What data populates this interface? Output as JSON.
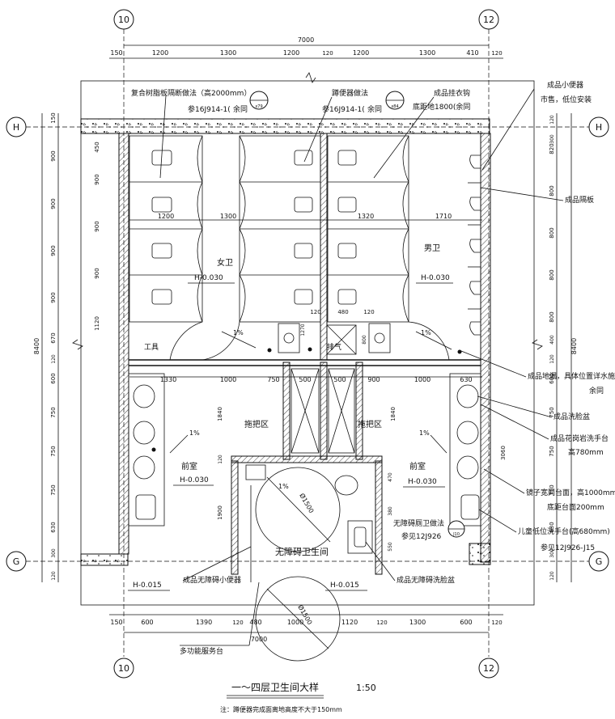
{
  "axes": {
    "left_col": "10",
    "right_col": "12",
    "top_row": "H",
    "bottom_row": "G"
  },
  "dims": {
    "overall_top": "7000",
    "overall_bottom": "7000",
    "top_chain": [
      "150",
      "1200",
      "1300",
      "1200",
      "120",
      "1200",
      "1300",
      "410",
      "120"
    ],
    "bottom_chain": [
      "150",
      "600",
      "1390",
      "120",
      "480",
      "1000",
      "1120",
      "120",
      "1300",
      "600",
      "120"
    ],
    "left_overall": "8400",
    "right_overall": "8400",
    "left_chain": [
      "150",
      "450",
      "900",
      "900",
      "900",
      "900",
      "1120",
      "670",
      "120",
      "600",
      "750",
      "750",
      "750",
      "630",
      "300",
      "120"
    ],
    "right_chain": [
      "120",
      "300",
      "820",
      "800",
      "800",
      "800",
      "800",
      "400",
      "120",
      "600",
      "750",
      "750",
      "750",
      "630",
      "300",
      "120"
    ],
    "inner_row1": [
      "1200",
      "1300",
      "1320",
      "1710"
    ],
    "inner_row2": [
      "1330",
      "1000",
      "750",
      "500",
      "500",
      "900",
      "1000",
      "630"
    ],
    "misc": {
      "d120a": "120",
      "d480": "480",
      "d120b": "120",
      "d1270": "1270",
      "d800": "800",
      "d1840a": "1840",
      "d1840b": "1840",
      "d120c": "120",
      "d1900": "1900",
      "d470": "470",
      "d380": "380",
      "d550": "550",
      "d3060": "3060",
      "d900l": "900",
      "d1120l": "1120",
      "d900r": "900",
      "d900r2": "900",
      "d450": "450"
    }
  },
  "labels": {
    "partition_note1": "复合树脂板隔断做法（高2000mm）",
    "partition_ref1": "参16J914-1(",
    "partition_ref1b": "余同",
    "toilet_note": "蹲便器做法",
    "toilet_ref": "参16J914-1(",
    "toilet_ref_b": "余同",
    "hook_note": "成品挂衣钩",
    "hook_height": "底距地1800(余同",
    "urinal_note": "成品小便器",
    "urinal_sub": "市售，低位安装",
    "partition_board": "成品隔板",
    "floor_drain": "成品地漏，具体位置详水施",
    "floor_drain_sub": "余同",
    "basin": "成品洗脸盆",
    "counter": "成品花岗岩洗手台",
    "counter_h": "高780mm",
    "mirror": "镜子宽同台面，高1000mm",
    "mirror_h": "底距台面200mm",
    "child_basin": "儿童低位洗手台(高680mm)",
    "child_ref": "参见12J926-J15",
    "acc_wc_note": "无障碍厕卫做法",
    "acc_wc_ref": "参见12J926",
    "acc_basin": "成品无障碍洗脸盆",
    "acc_urinal": "成品无障碍小便器",
    "service_desk": "多功能服务台",
    "women": "女卫",
    "men": "男卫",
    "h_women": "H-0.030",
    "h_men": "H-0.030",
    "tool": "工具",
    "exhaust": "排气",
    "mop_left": "拖把区",
    "mop_right": "拖把区",
    "front_left": "前室",
    "front_right": "前室",
    "h_front_left": "H-0.030",
    "h_front_right": "H-0.030",
    "acc_room": "无障碍卫生间",
    "acc_circle": "Ø1500",
    "acc_circle2": "Ø1500",
    "h_out_left": "H-0.015",
    "h_out_right": "H-0.015",
    "slope": "1%",
    "title": "一～四层卫生间大样",
    "scale": "1:50",
    "note": "注：蹲便器完成面离地高度不大于150mm",
    "tag1": "x79",
    "tag2": "x84",
    "tag3": "J10"
  }
}
